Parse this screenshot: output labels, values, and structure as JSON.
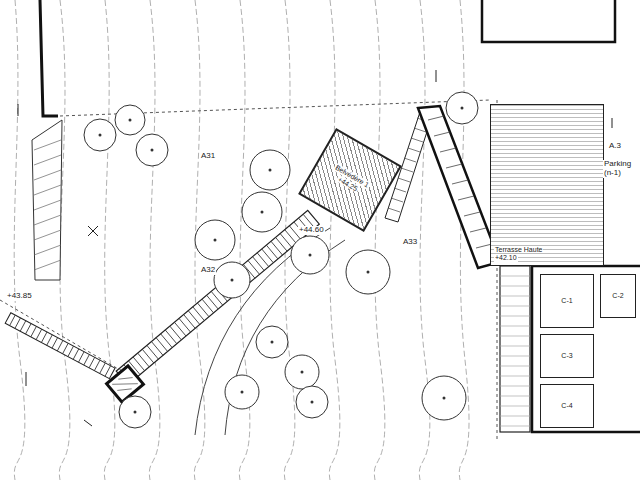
{
  "diagram": {
    "nodes": [
      {
        "text": [
          "Belvédère 1",
          "+44.25"
        ]
      },
      {
        "text": [
          "Terrasse Haute",
          "+42.10"
        ]
      },
      {
        "text": [
          "C-1"
        ]
      },
      {
        "text": [
          "C-2"
        ]
      },
      {
        "text": [
          "C-3"
        ]
      },
      {
        "text": [
          "C-4"
        ]
      }
    ],
    "labels": [
      "Parking (n-1)",
      "A31",
      "A32",
      "A33",
      "A.3",
      "+44.60",
      "+43.85"
    ]
  }
}
